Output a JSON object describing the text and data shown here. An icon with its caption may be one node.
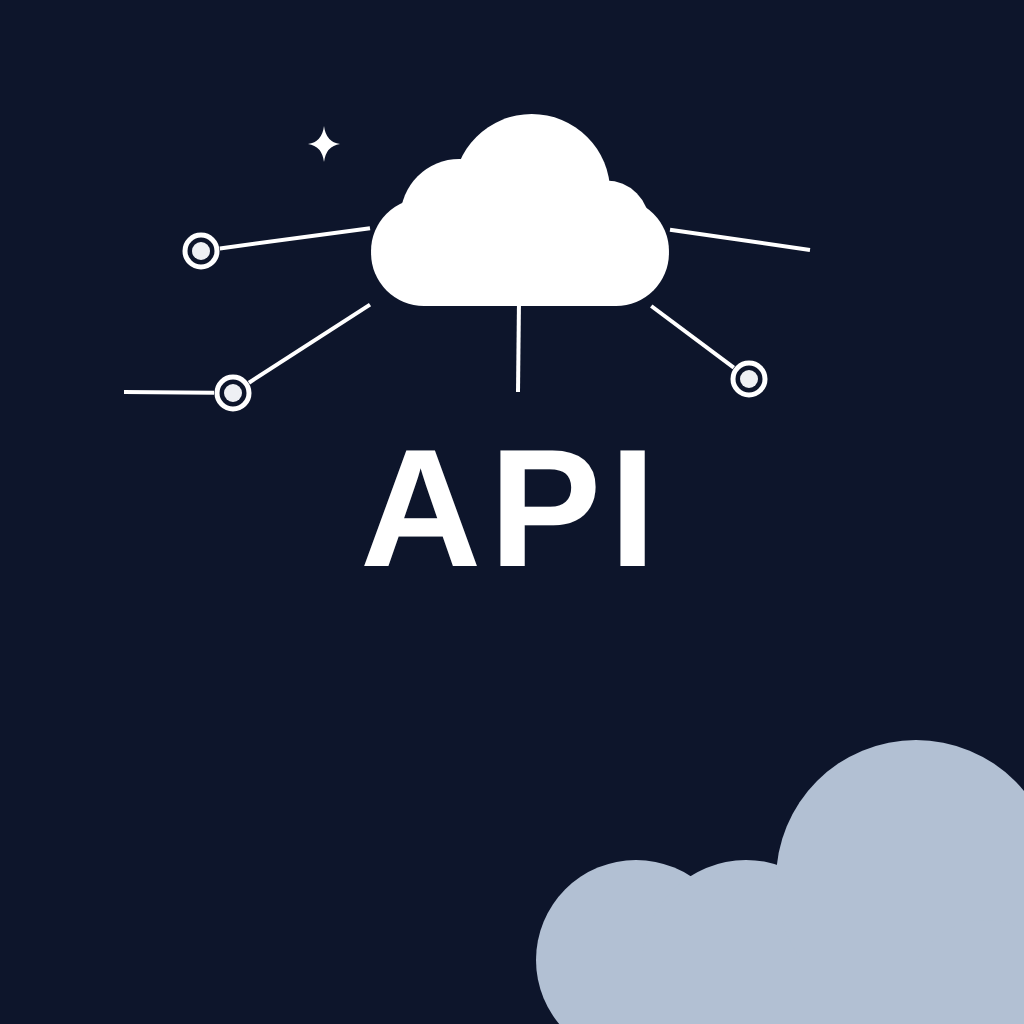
{
  "diagram": {
    "title": "API",
    "nodes": [
      {
        "text": [],
        "shape": "cloud"
      },
      {
        "text": [],
        "shape": "circle"
      },
      {
        "text": [],
        "shape": "circle"
      },
      {
        "text": [],
        "shape": "circle"
      }
    ],
    "edges": [
      {
        "from": 0,
        "to": 1,
        "arrow": "none"
      },
      {
        "from": 0,
        "to": null,
        "arrow": "none"
      },
      {
        "from": 0,
        "to": 2,
        "arrow": "none"
      },
      {
        "from": 0,
        "to": null,
        "arrow": "none"
      },
      {
        "from": 0,
        "to": 3,
        "arrow": "none"
      },
      {
        "from": 2,
        "to": null,
        "arrow": "none"
      }
    ]
  }
}
